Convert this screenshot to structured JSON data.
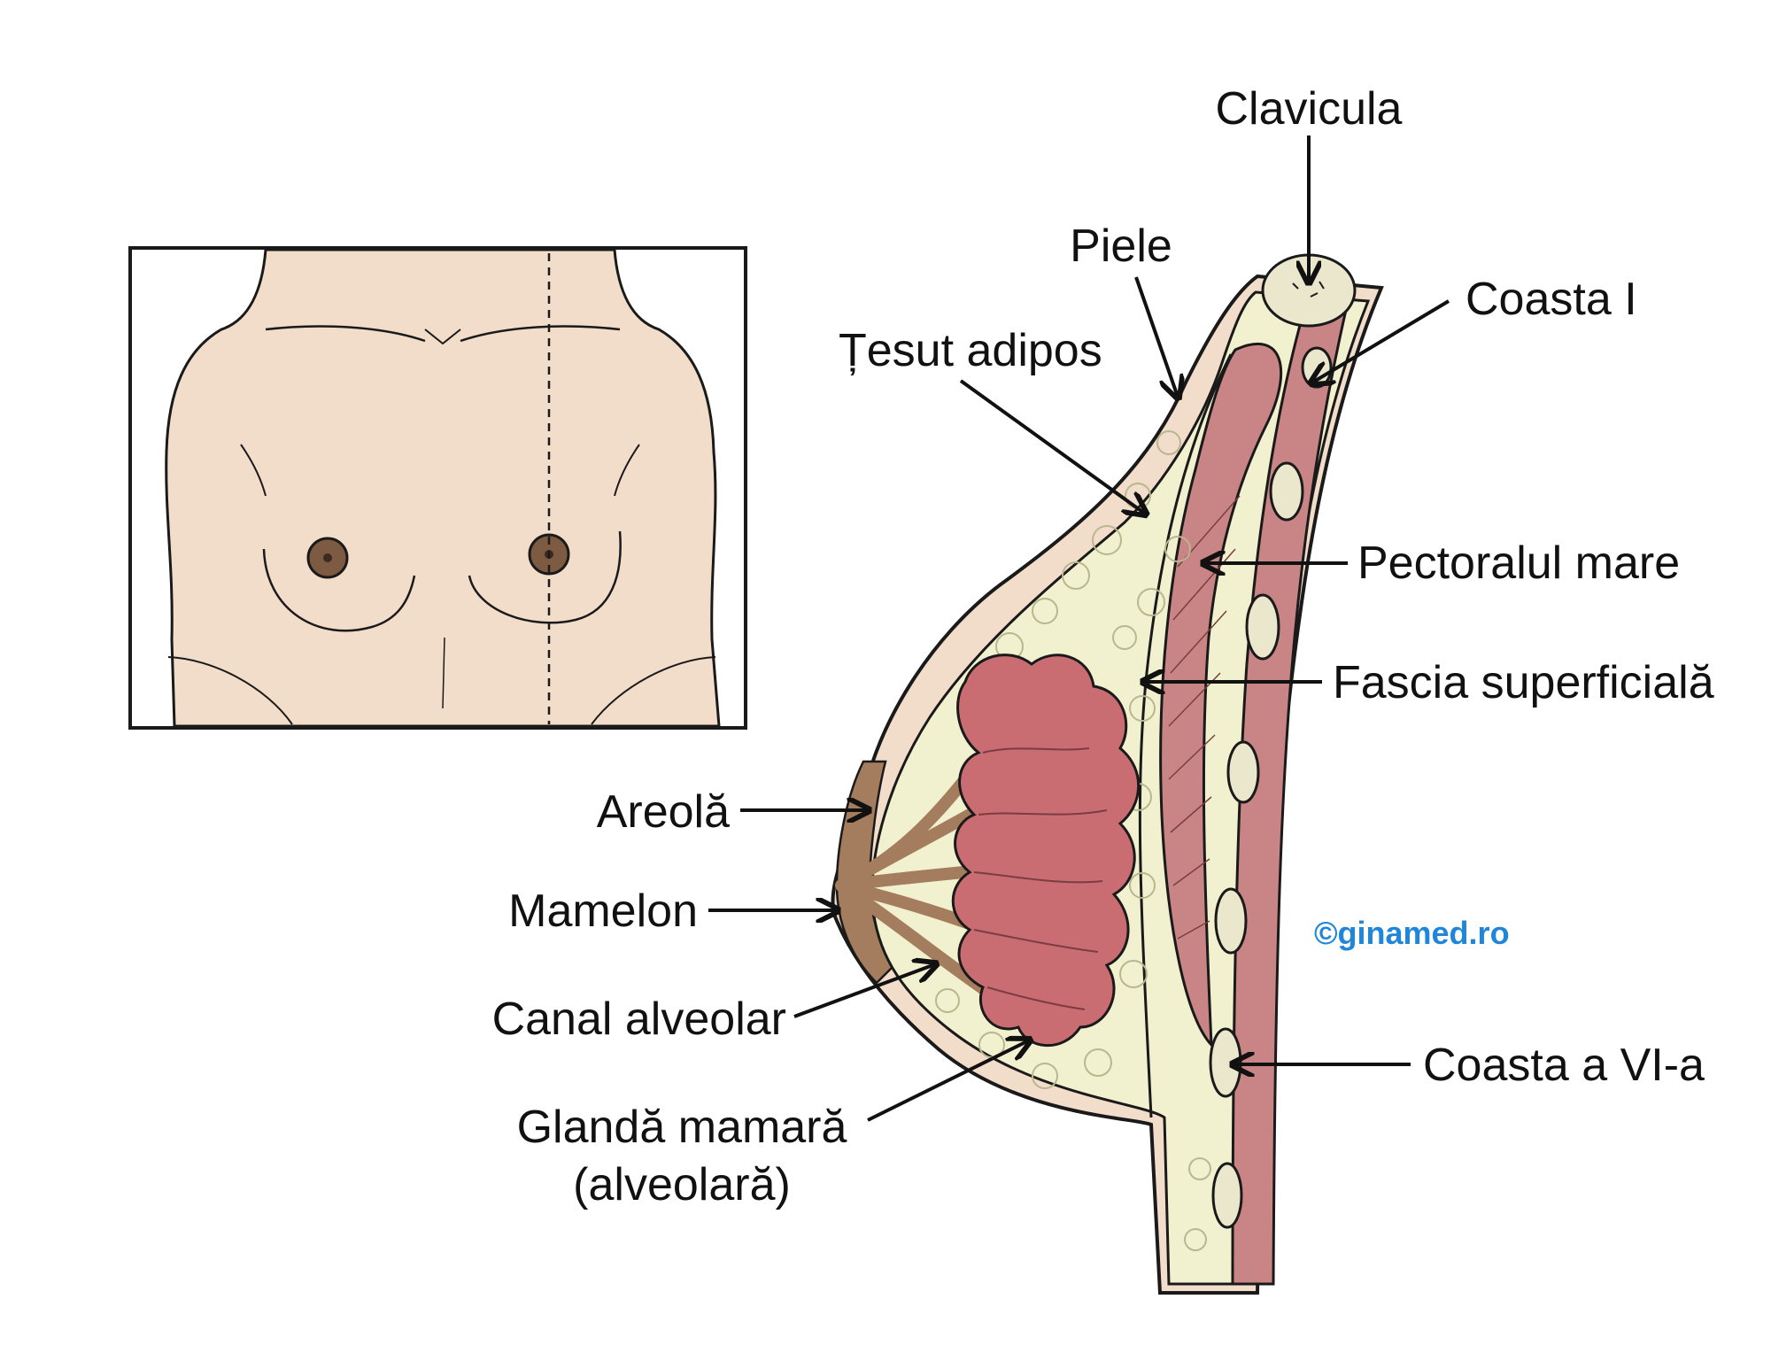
{
  "labels": {
    "clavicula": "Clavicula",
    "piele": "Piele",
    "coasta_i": "Coasta I",
    "tesut_adipos": "Țesut adipos",
    "pectoralul_mare": "Pectoralul mare",
    "fascia_superficiala": "Fascia superficială",
    "areola": "Areolă",
    "mamelon": "Mamelon",
    "canal_alveolar": "Canal alveolar",
    "glanda_mamara_line1": "Glandă mamară",
    "glanda_mamara_line2": "(alveolară)",
    "coasta_vi": "Coasta a VI-a"
  },
  "credit": "©ginamed.ro",
  "colors": {
    "skin": "#f2dcca",
    "fat": "#f2f1cf",
    "gland": "#c96d73",
    "muscle": "#c98586",
    "bone": "#ebe7cd",
    "areola": "#a47d5e",
    "credit": "#1f86d9",
    "outline": "#1a1a1a"
  }
}
